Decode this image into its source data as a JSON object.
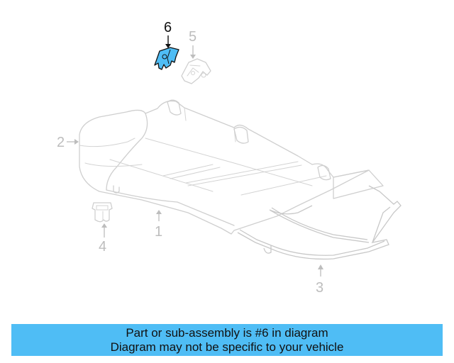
{
  "diagram": {
    "highlighted_part": "6",
    "highlight_color": "#4fbdf5",
    "callouts": [
      {
        "id": "1",
        "label": "1"
      },
      {
        "id": "2",
        "label": "2"
      },
      {
        "id": "3",
        "label": "3"
      },
      {
        "id": "4",
        "label": "4"
      },
      {
        "id": "5",
        "label": "5"
      },
      {
        "id": "6",
        "label": "6"
      }
    ]
  },
  "banner": {
    "line1": "Part or sub-assembly is #6 in diagram",
    "line2": "Diagram may not be specific to your vehicle",
    "background": "#4fbdf5"
  }
}
